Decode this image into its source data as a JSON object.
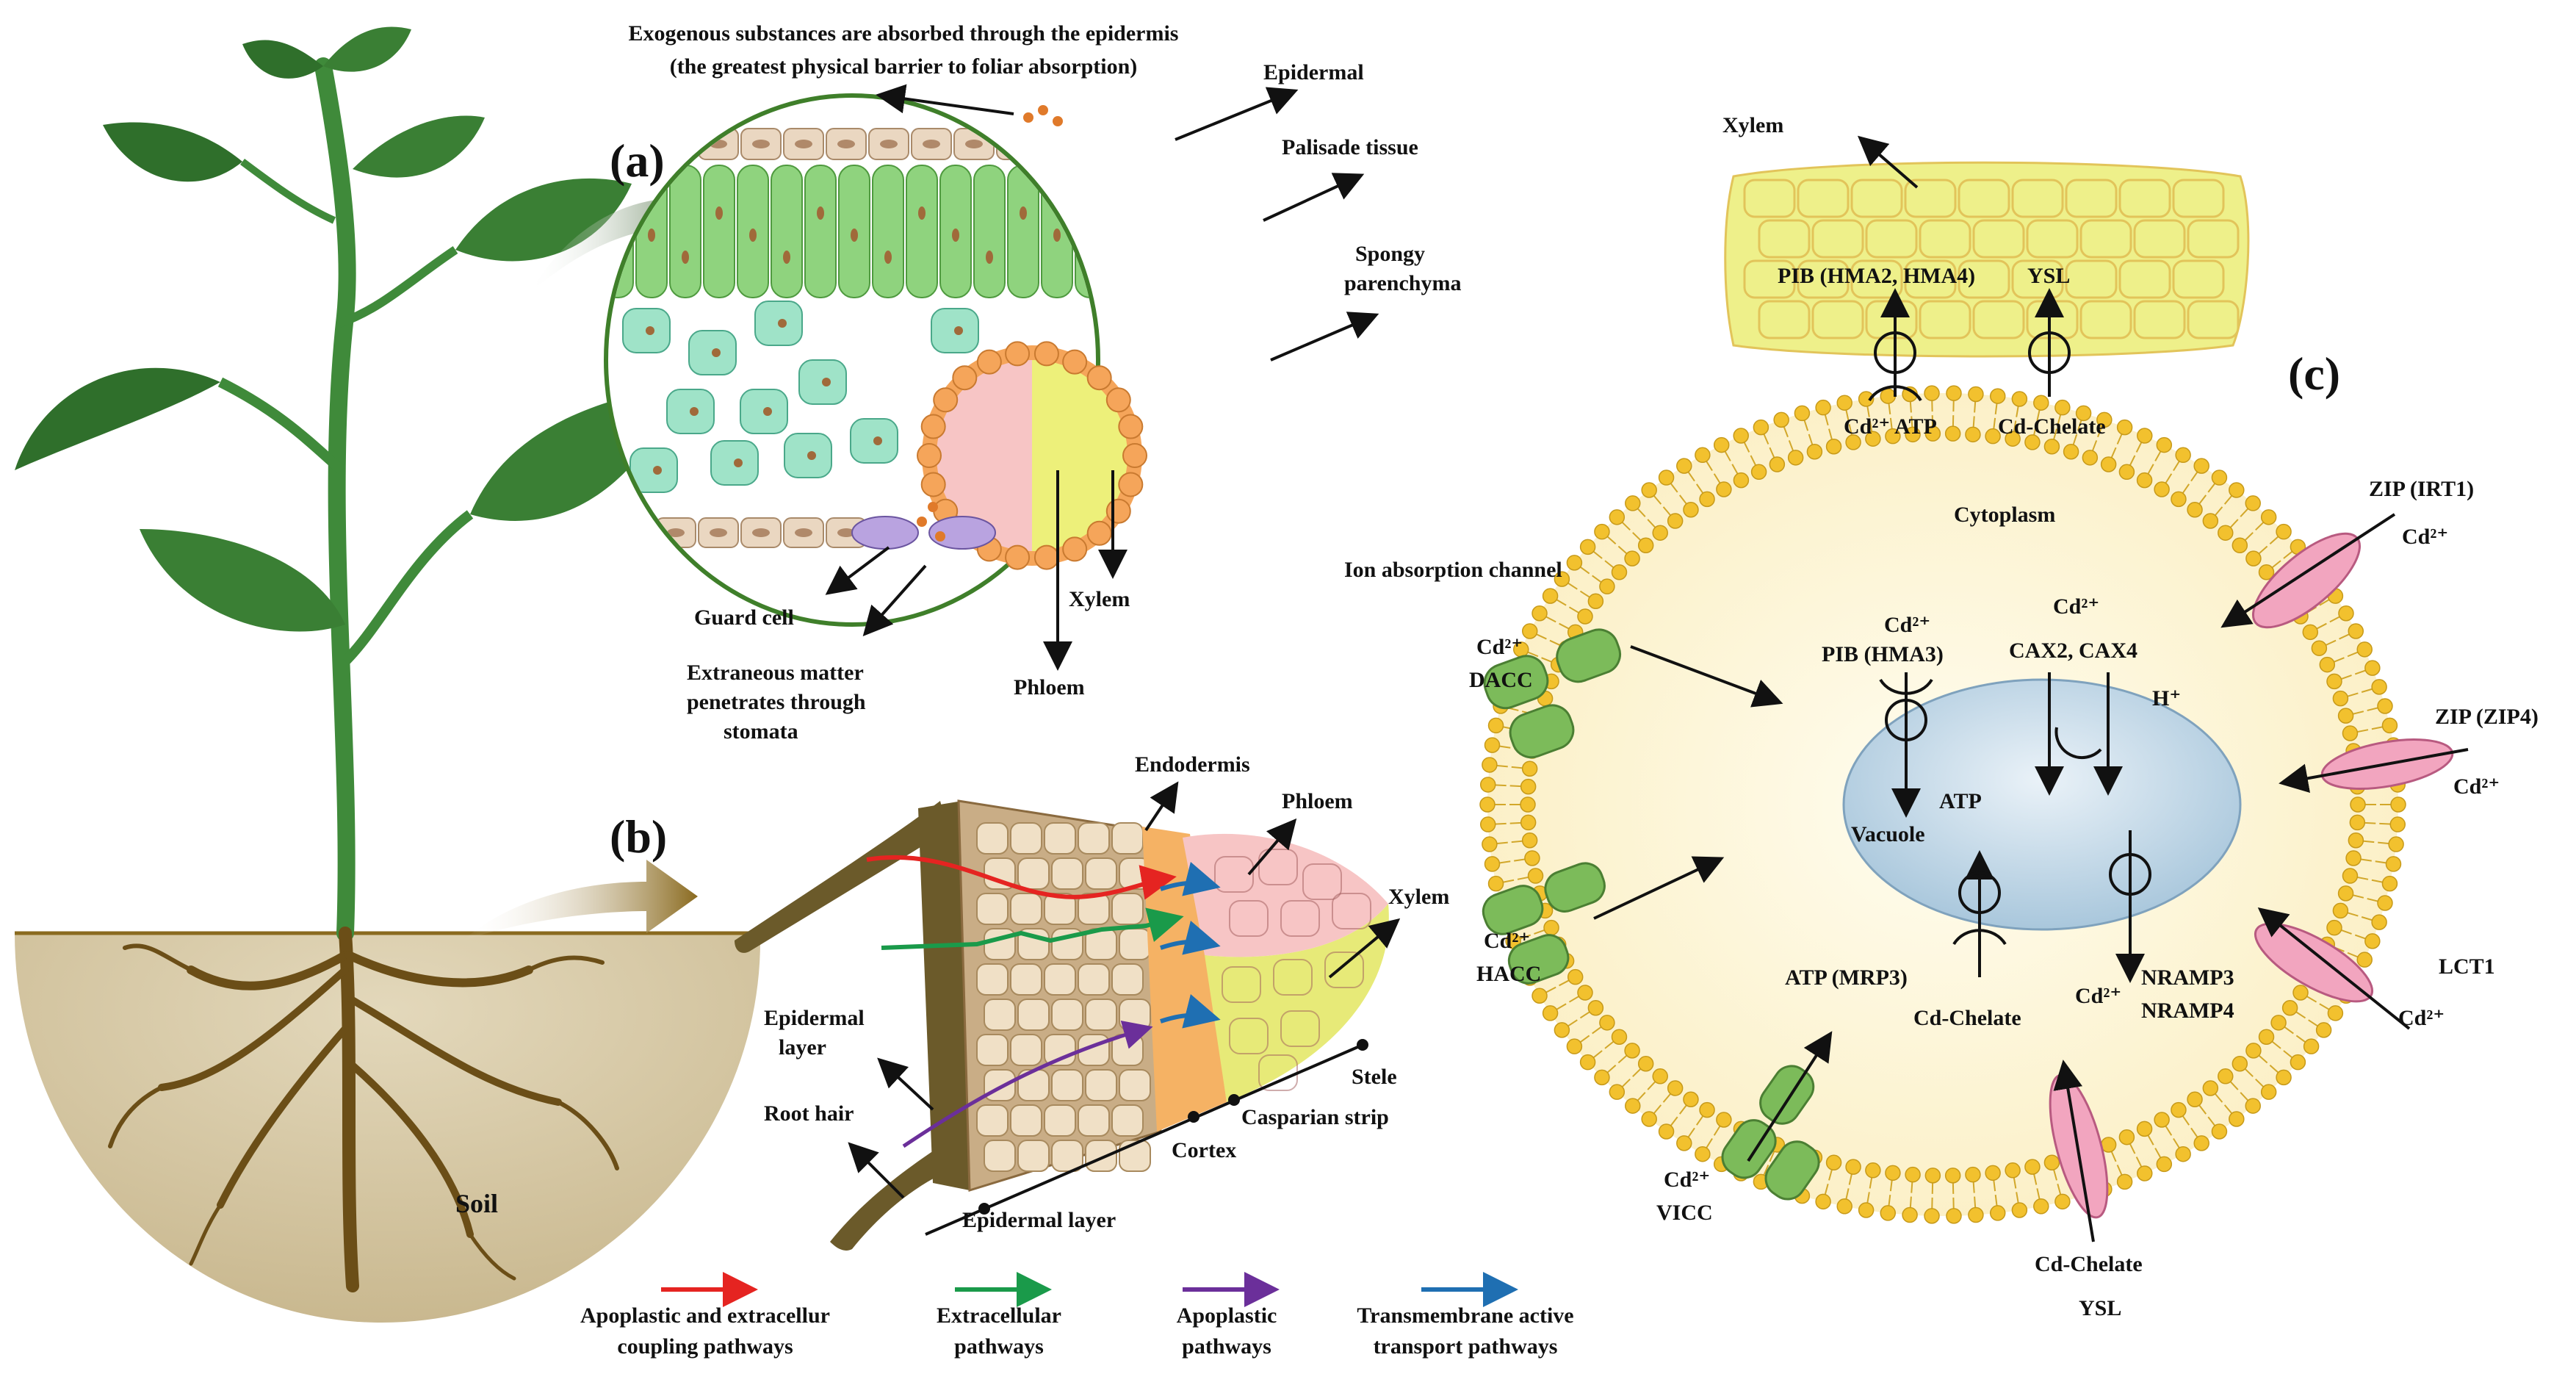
{
  "panels": {
    "a": "(a)",
    "b": "(b)",
    "c": "(c)"
  },
  "soil": "Soil",
  "leaf": {
    "caption_1": "Exogenous substances are absorbed through the epidermis",
    "caption_2": "(the greatest physical barrier to foliar absorption)",
    "epidermal": "Epidermal",
    "palisade": "Palisade tissue",
    "spongy_1": "Spongy",
    "spongy_2": "parenchyma",
    "guard_cell": "Guard cell",
    "extraneous_1": "Extraneous matter",
    "extraneous_2": "penetrates through",
    "extraneous_3": "stomata",
    "xylem": "Xylem",
    "phloem": "Phloem"
  },
  "root": {
    "endodermis": "Endodermis",
    "phloem": "Phloem",
    "xylem": "Xylem",
    "epidermal_layer_1": "Epidermal",
    "epidermal_layer_2": "layer",
    "root_hair": "Root hair",
    "stele": "Stele",
    "casparian": "Casparian strip",
    "cortex": "Cortex",
    "epidermal_layer_bottom": "Epidermal layer"
  },
  "legend": [
    {
      "line1": "Apoplastic and extracellur",
      "line2": "coupling pathways",
      "color": "#e52421"
    },
    {
      "line1": "Extracellular",
      "line2": "pathways",
      "color": "#1a9a4a"
    },
    {
      "line1": "Apoplastic",
      "line2": "pathways",
      "color": "#6b2f9a"
    },
    {
      "line1": "Transmembrane active",
      "line2": "transport pathways",
      "color": "#1f6fb2"
    }
  ],
  "cell": {
    "xylem": "Xylem",
    "pib_hma": "PIB (HMA2, HMA4)",
    "ysl_top": "YSL",
    "cd_atp": "Cd²⁺ ATP",
    "cd_chelate_top": "Cd-Chelate",
    "cytoplasm": "Cytoplasm",
    "ion_channel": "Ion absorption channel",
    "zip_irt1": "ZIP (IRT1)",
    "zip_zip4": "ZIP (ZIP4)",
    "lct1": "LCT1",
    "cd2": "Cd²⁺",
    "dacc": "DACC",
    "hacc": "HACC",
    "vicc": "VICC",
    "pib_hma3": "PIB (HMA3)",
    "cax": "CAX2, CAX4",
    "h_plus": "H⁺",
    "atp": "ATP",
    "vacuole": "Vacuole",
    "atp_mrp3": "ATP (MRP3)",
    "cd_chelate_mid": "Cd-Chelate",
    "nramp3": "NRAMP3",
    "nramp4": "NRAMP4",
    "cd_chelate_bottom": "Cd-Chelate",
    "ysl_bottom": "YSL"
  },
  "colors": {
    "plant_green": "#3f8a3a",
    "soil": "#d9ccac",
    "root_brown": "#6b4e17",
    "membrane_head": "#f2c12e",
    "vacuole": "#bcd5e6",
    "xylem_yellow": "#eef08a",
    "channel_green": "#7cbb5a",
    "transporter_pink": "#f2a5bf"
  }
}
